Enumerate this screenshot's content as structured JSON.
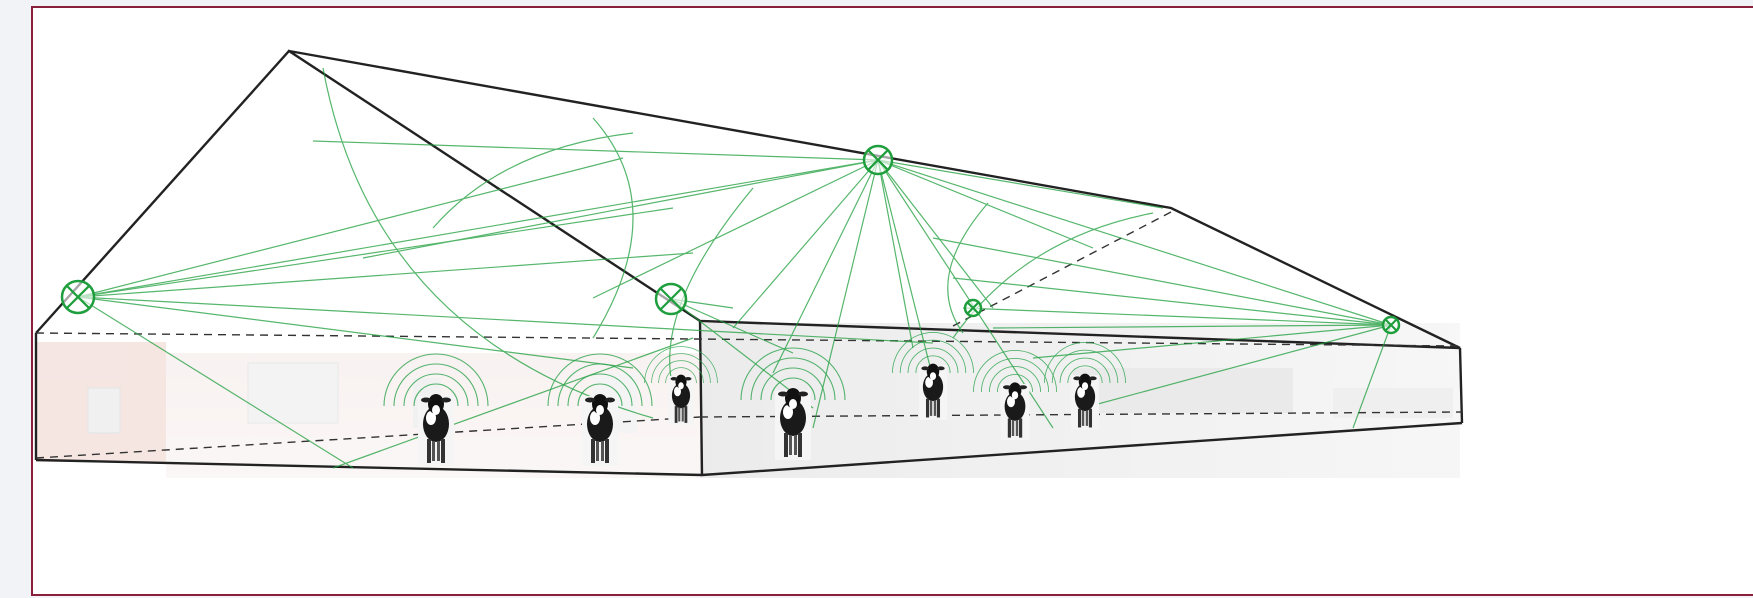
{
  "figure": {
    "subject": "barn-sensor-coverage",
    "frame_color": "#8a1f3c",
    "line_color": "#1e9e3c",
    "signal_color": "#2da44e",
    "outline_color": "#222222"
  },
  "sensors": [
    {
      "id": "sensor-left-gable",
      "icon": "crossed-circle-icon"
    },
    {
      "id": "sensor-gable-ridge",
      "icon": "crossed-circle-icon"
    },
    {
      "id": "sensor-roof-center",
      "icon": "crossed-circle-icon"
    },
    {
      "id": "sensor-roof-small",
      "icon": "crossed-circle-icon"
    },
    {
      "id": "sensor-right-end",
      "icon": "crossed-circle-icon"
    }
  ],
  "cows": [
    {
      "id": "cow-1",
      "icon": "cow-icon"
    },
    {
      "id": "cow-2",
      "icon": "cow-icon"
    },
    {
      "id": "cow-3",
      "icon": "cow-icon"
    },
    {
      "id": "cow-4",
      "icon": "cow-icon"
    },
    {
      "id": "cow-5",
      "icon": "cow-icon"
    },
    {
      "id": "cow-6",
      "icon": "cow-icon"
    },
    {
      "id": "cow-7",
      "icon": "cow-icon"
    }
  ]
}
